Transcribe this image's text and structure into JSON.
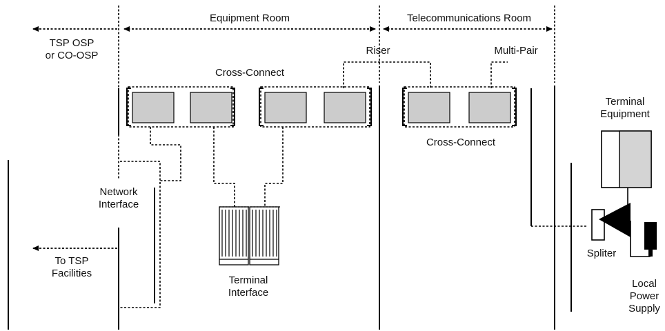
{
  "labels": {
    "equipment_room": "Equipment Room",
    "telecommunications_room": "Telecommunications Room",
    "tsp_osp_line1": "TSP OSP",
    "tsp_osp_line2": "or CO-OSP",
    "riser": "Riser",
    "multi_pair": "Multi-Pair",
    "cross_connect_upper": "Cross-Connect",
    "cross_connect_lower": "Cross-Connect",
    "terminal_equipment_line1": "Terminal",
    "terminal_equipment_line2": "Equipment",
    "network_interface_line1": "Network",
    "network_interface_line2": "Interface",
    "to_tsp_line1": "To TSP",
    "to_tsp_line2": "Facilities",
    "terminal_interface_line1": "Terminal",
    "terminal_interface_line2": "Interface",
    "spliter": "Spliter",
    "local_power_line1": "Local",
    "local_power_line2": "Power",
    "local_power_line3": "Supply"
  }
}
